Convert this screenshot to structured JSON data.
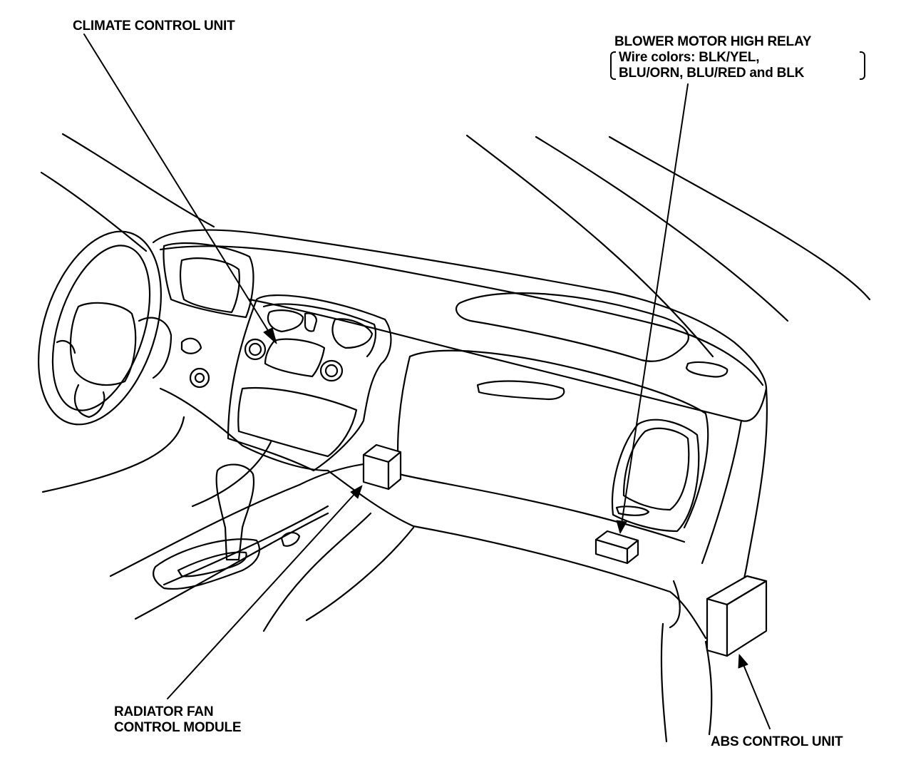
{
  "labels": {
    "climate_control_unit": "CLIMATE CONTROL UNIT",
    "blower_relay": {
      "title": "BLOWER MOTOR HIGH RELAY",
      "line1": "Wire colors: BLK/YEL,",
      "line2": "BLU/ORN, BLU/RED and BLK"
    },
    "radiator_fan": {
      "line1": "RADIATOR FAN",
      "line2": "CONTROL MODULE"
    },
    "abs_control_unit": "ABS CONTROL UNIT"
  }
}
